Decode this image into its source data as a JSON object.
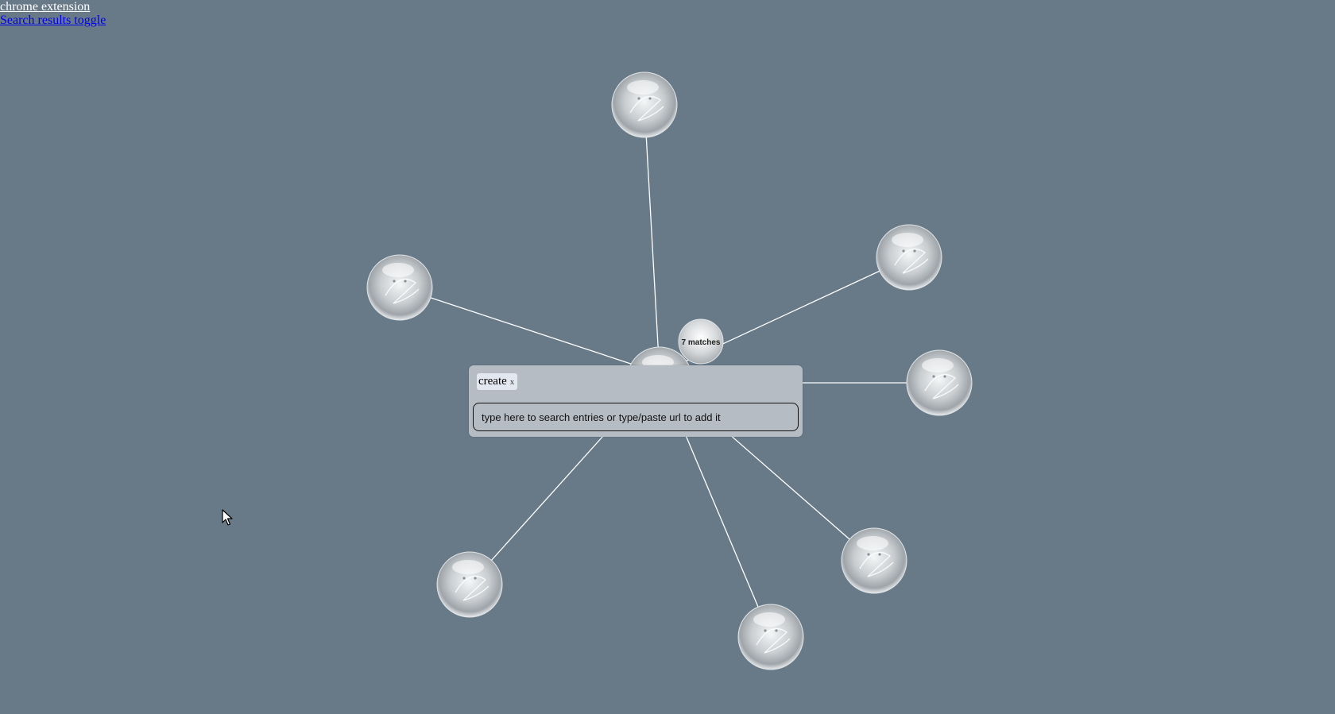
{
  "links": {
    "chrome_extension": "chrome extension",
    "search_results_toggle": "Search results toggle"
  },
  "graph": {
    "match_count_label": "7 matches",
    "hub_icon": "glass-orb-icon",
    "node_icon": "glass-orb-icon",
    "node_count": 8,
    "line_color": "#ffffff",
    "background_color": "#687a88"
  },
  "search": {
    "tag_label": "create",
    "tag_close_label": "x",
    "placeholder": "type here to search entries or type/paste url to add it",
    "value": ""
  },
  "cursor": {
    "icon": "mouse-pointer-icon"
  }
}
